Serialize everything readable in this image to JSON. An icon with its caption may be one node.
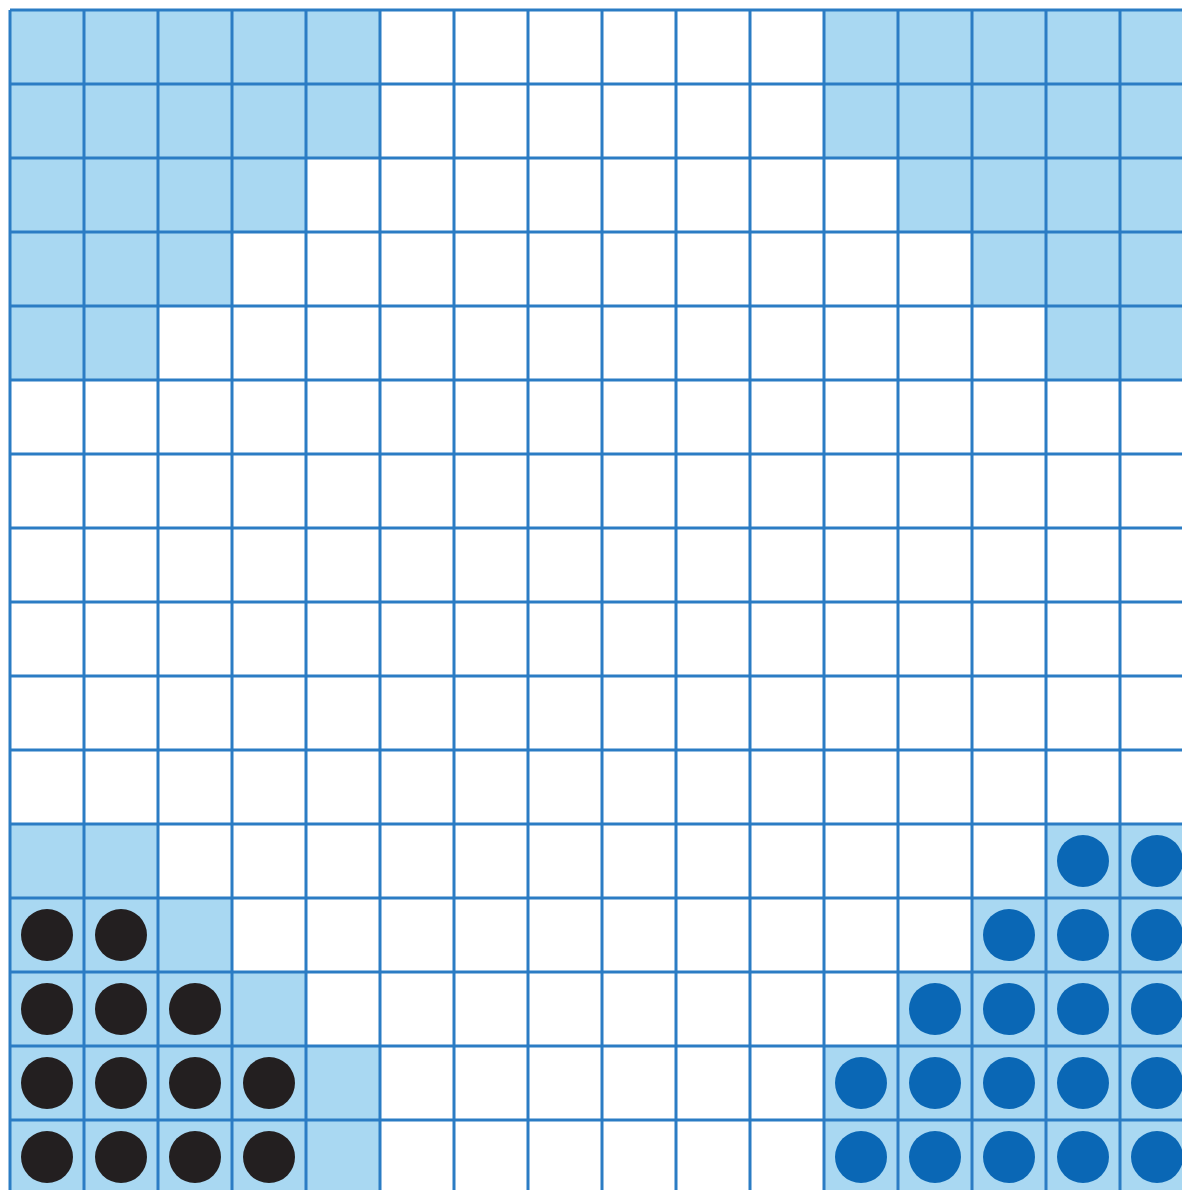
{
  "diagram": {
    "nodes": [
      {
        "text": [],
        "shape": "circle"
      },
      {
        "text": [],
        "shape": "circle"
      },
      {
        "text": [],
        "shape": "circle"
      },
      {
        "text": [],
        "shape": "circle"
      },
      {
        "text": [],
        "shape": "circle"
      },
      {
        "text": [],
        "shape": "circle"
      },
      {
        "text": [],
        "shape": "circle"
      },
      {
        "text": [],
        "shape": "circle"
      },
      {
        "text": [],
        "shape": "circle"
      },
      {
        "text": [],
        "shape": "circle"
      },
      {
        "text": [],
        "shape": "circle"
      },
      {
        "text": [],
        "shape": "circle"
      },
      {
        "text": [],
        "shape": "circle"
      },
      {
        "text": [],
        "shape": "circle"
      },
      {
        "text": [],
        "shape": "circle"
      },
      {
        "text": [],
        "shape": "circle"
      },
      {
        "text": [],
        "shape": "circle"
      },
      {
        "text": [],
        "shape": "circle"
      },
      {
        "text": [],
        "shape": "circle"
      },
      {
        "text": [],
        "shape": "circle"
      },
      {
        "text": [],
        "shape": "circle"
      },
      {
        "text": [],
        "shape": "circle"
      },
      {
        "text": [],
        "shape": "circle"
      },
      {
        "text": [],
        "shape": "circle"
      },
      {
        "text": [],
        "shape": "circle"
      },
      {
        "text": [],
        "shape": "circle"
      },
      {
        "text": [],
        "shape": "circle"
      },
      {
        "text": [],
        "shape": "circle"
      },
      {
        "text": [],
        "shape": "circle"
      },
      {
        "text": [],
        "shape": "circle"
      },
      {
        "text": [],
        "shape": "circle"
      },
      {
        "text": [],
        "shape": "circle"
      }
    ]
  }
}
